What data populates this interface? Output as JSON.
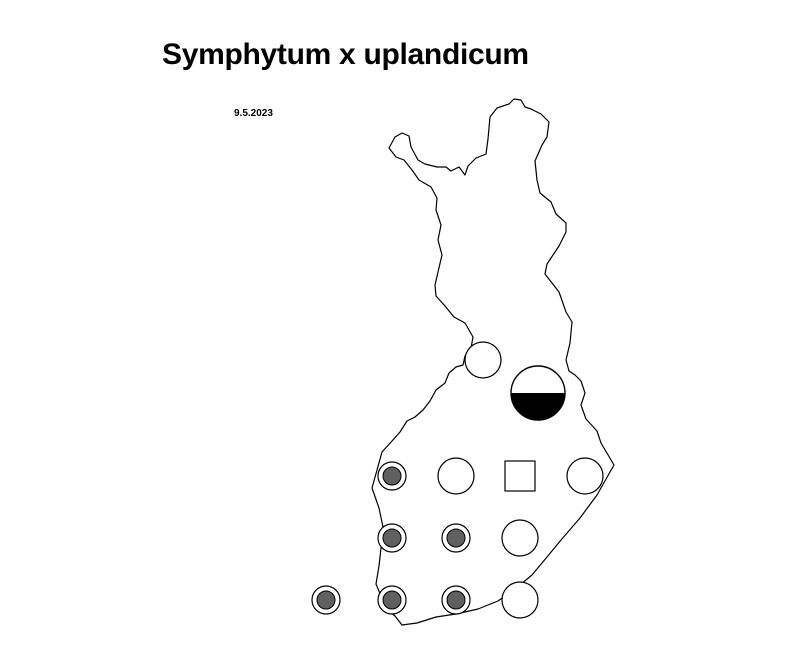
{
  "title": "Symphytum x uplandicum",
  "date": "9.5.2023",
  "colors": {
    "outline": "#000000",
    "fill_dark": "#000000",
    "fill_grey": "#606060",
    "background": "#ffffff"
  },
  "markers": [
    {
      "name": "marker-north-ostrobothnia",
      "type": "empty-circle"
    },
    {
      "name": "marker-kainuu",
      "type": "half-filled-circle"
    },
    {
      "name": "marker-ostrobothnia",
      "type": "grey-dot-circle"
    },
    {
      "name": "marker-central-finland",
      "type": "empty-circle"
    },
    {
      "name": "marker-northern-savonia",
      "type": "square"
    },
    {
      "name": "marker-north-karelia",
      "type": "empty-circle"
    },
    {
      "name": "marker-satakunta",
      "type": "grey-dot-circle"
    },
    {
      "name": "marker-tavastia",
      "type": "grey-dot-circle"
    },
    {
      "name": "marker-savonia-south",
      "type": "empty-circle"
    },
    {
      "name": "marker-aland",
      "type": "grey-dot-circle"
    },
    {
      "name": "marker-southwest",
      "type": "grey-dot-circle"
    },
    {
      "name": "marker-uusimaa",
      "type": "grey-dot-circle"
    },
    {
      "name": "marker-kymenlaakso",
      "type": "empty-circle"
    }
  ]
}
